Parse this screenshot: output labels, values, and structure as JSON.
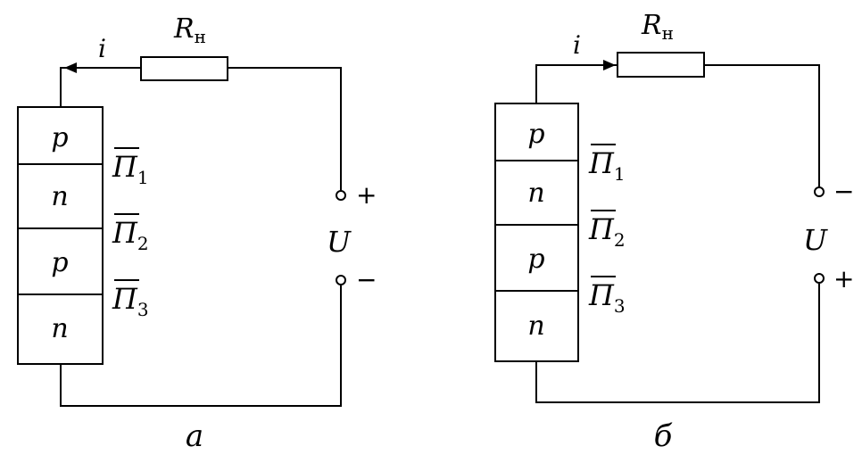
{
  "diagrams": [
    {
      "id": "a",
      "caption": "а",
      "current_label": "i",
      "resistor_label": "R",
      "resistor_subscript": "н",
      "layers": [
        "p",
        "n",
        "p",
        "n"
      ],
      "junctions": [
        {
          "name": "П",
          "sub": "1"
        },
        {
          "name": "П",
          "sub": "2"
        },
        {
          "name": "П",
          "sub": "3"
        }
      ],
      "source_label": "U",
      "terminal_top_sign": "+",
      "terminal_bottom_sign": "−",
      "current_direction": "left"
    },
    {
      "id": "b",
      "caption": "б",
      "current_label": "i",
      "resistor_label": "R",
      "resistor_subscript": "н",
      "layers": [
        "p",
        "n",
        "p",
        "n"
      ],
      "junctions": [
        {
          "name": "П",
          "sub": "1"
        },
        {
          "name": "П",
          "sub": "2"
        },
        {
          "name": "П",
          "sub": "3"
        }
      ],
      "source_label": "U",
      "terminal_top_sign": "−",
      "terminal_bottom_sign": "+",
      "current_direction": "right"
    }
  ]
}
